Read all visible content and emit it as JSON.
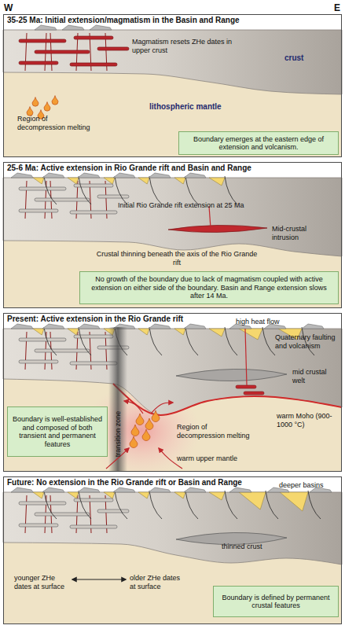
{
  "diagram": {
    "nodes": [
      {
        "text": [
          "35-25 Ma: Initial extension/magmatism in the Basin and Range"
        ]
      },
      {
        "text": [
          "Boundary emerges at the eastern edge of extension and volcanism."
        ],
        "in": 0
      },
      {
        "text": [
          "25-6 Ma: Active extension in Rio Grande rift and Basin and Range"
        ]
      },
      {
        "text": [
          "No growth of the boundary due to lack of magmatism coupled with active extension on either side of the boundary. Basin and Range extension slows after 14 Ma."
        ],
        "in": 2
      },
      {
        "text": [
          "Present: Active extension in the Rio Grande rift"
        ]
      },
      {
        "text": [
          "Boundary is well-established and composed of both transient and permanent features"
        ],
        "in": 4
      },
      {
        "text": [
          "Future: No extension in the Rio Grande rift or Basin and Range"
        ]
      },
      {
        "text": [
          "Boundary is defined by permanent crustal features"
        ],
        "in": 6
      }
    ],
    "labels": [
      "W",
      "E",
      "Magmatism resets ZHe dates in upper crust",
      "crust",
      "lithospheric mantle",
      "Region of decompression melting",
      "Initial Rio Grande rift extension at 25 Ma",
      "Mid-crustal intrusion",
      "Crustal thinning beneath the axis of the Rio Grande rift",
      "high heat flow",
      "Quaternary faulting and volcanism",
      "mid crustal welt",
      "warm Moho (900-1000 °C)",
      "transition zone",
      "Region of decompression melting",
      "warm upper mantle",
      "deeper basins",
      "thinned crust",
      "younger ZHe dates at surface",
      "older ZHe dates at surface"
    ]
  }
}
